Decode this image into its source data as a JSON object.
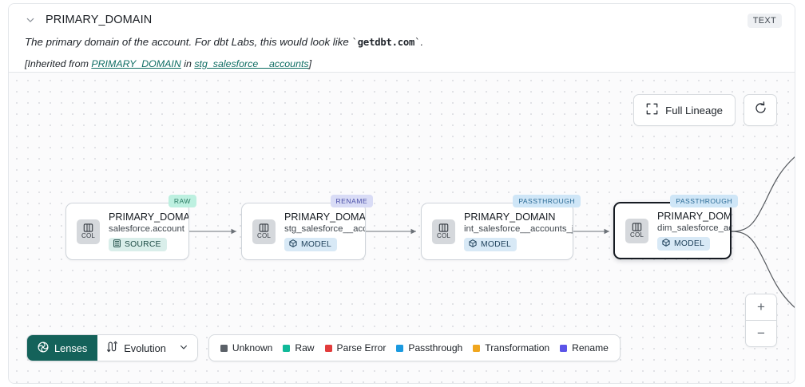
{
  "header": {
    "collapse_icon": "chevron-down-icon",
    "title": "PRIMARY_DOMAIN",
    "type_badge": "TEXT",
    "description_pre": "The primary domain of the account. For dbt Labs, this would look like ",
    "description_code": "getdbt.com",
    "description_post": ".",
    "inherited_pre": "[Inherited from ",
    "inherited_link_column": "PRIMARY_DOMAIN",
    "inherited_mid": " in ",
    "inherited_link_model": "stg_salesforce__accounts",
    "inherited_post": "]"
  },
  "toolbar": {
    "full_lineage_label": "Full Lineage",
    "full_lineage_icon": "expand-icon",
    "refresh_icon": "refresh-icon"
  },
  "graph": {
    "nodes": [
      {
        "tag": "RAW",
        "tag_class": "tag-raw",
        "col_label": "COL",
        "name": "PRIMARY_DOMAIN__C",
        "subtitle": "salesforce.account",
        "kind": "SOURCE",
        "kind_class": "kind-source",
        "kind_icon": "database-icon",
        "selected": false
      },
      {
        "tag": "RENAME",
        "tag_class": "tag-rename",
        "col_label": "COL",
        "name": "PRIMARY_DOMAIN",
        "subtitle": "stg_salesforce__accounts",
        "kind": "MODEL",
        "kind_class": "kind-model",
        "kind_icon": "cube-icon",
        "selected": false
      },
      {
        "tag": "PASSTHROUGH",
        "tag_class": "tag-passthrough",
        "col_label": "COL",
        "name": "PRIMARY_DOMAIN",
        "subtitle": "int_salesforce__accounts_joined",
        "kind": "MODEL",
        "kind_class": "kind-model",
        "kind_icon": "cube-icon",
        "selected": false
      },
      {
        "tag": "PASSTHROUGH",
        "tag_class": "tag-passthrough",
        "col_label": "COL",
        "name": "PRIMARY_DOMAIN",
        "subtitle": "dim_salesforce_accounts",
        "kind": "MODEL",
        "kind_class": "kind-model",
        "kind_icon": "cube-icon",
        "selected": true
      }
    ]
  },
  "bottom": {
    "lenses_label": "Lenses",
    "lenses_icon": "lens-icon",
    "evolution_label": "Evolution",
    "evolution_icon": "evolution-icon",
    "evolution_caret": "chevron-down-icon",
    "legend": [
      {
        "label": "Unknown",
        "color": "#5b6168"
      },
      {
        "label": "Raw",
        "color": "#10b999"
      },
      {
        "label": "Parse Error",
        "color": "#e23b3b"
      },
      {
        "label": "Passthrough",
        "color": "#1b9ae0"
      },
      {
        "label": "Transformation",
        "color": "#f0a61e"
      },
      {
        "label": "Rename",
        "color": "#5b54e8"
      }
    ]
  },
  "zoom": {
    "zoom_in_label": "+",
    "zoom_out_label": "−"
  }
}
